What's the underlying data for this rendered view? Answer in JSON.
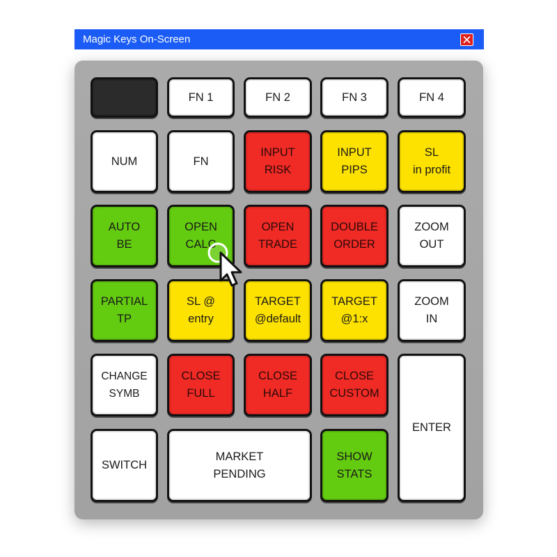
{
  "window": {
    "title": "Magic Keys On-Screen"
  },
  "colors": {
    "titlebar": "#1a5cf5",
    "close_button": "#e0201c",
    "pad": "#a6a6a6",
    "white_key": "#ffffff",
    "red_key": "#f02a25",
    "yellow_key": "#fde200",
    "green_key": "#64cc10",
    "dark_key": "#2b2b2b"
  },
  "keys": {
    "blank": "",
    "fn1": "FN 1",
    "fn2": "FN 2",
    "fn3": "FN 3",
    "fn4": "FN 4",
    "num": "NUM",
    "fn": "FN",
    "input_risk": "INPUT\nRISK",
    "input_pips": "INPUT\nPIPS",
    "sl_in_profit": "SL\nin profit",
    "auto_be": "AUTO\nBE",
    "open_calc": "OPEN\nCALC",
    "open_trade": "OPEN\nTRADE",
    "double_order": "DOUBLE\nORDER",
    "zoom_out": "ZOOM\nOUT",
    "partial_tp": "PARTIAL\nTP",
    "sl_at_entry": "SL @\nentry",
    "target_default": "TARGET\n@default",
    "target_1x": "TARGET\n@1:x",
    "zoom_in": "ZOOM\nIN",
    "change_symb": "CHANGE\nSYMB",
    "close_full": "CLOSE\nFULL",
    "close_half": "CLOSE\nHALF",
    "close_custom": "CLOSE\nCUSTOM",
    "enter": "ENTER",
    "switch": "SWITCH",
    "market_pending": "MARKET\nPENDING",
    "show_stats": "SHOW\nSTATS"
  },
  "icons": {
    "close": "close-icon",
    "cursor": "mouse-pointer-icon"
  }
}
